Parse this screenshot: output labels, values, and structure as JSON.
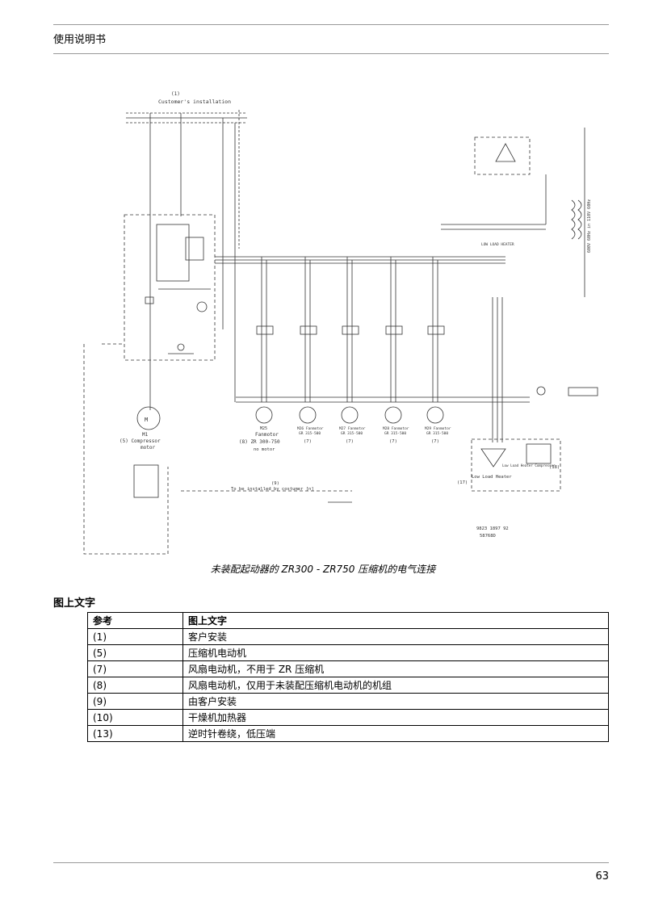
{
  "header": {
    "title": "使用说明书"
  },
  "figure": {
    "labels": {
      "customers_installation_num": "(1)",
      "customers_installation": "Customer's installation",
      "compressor_motor_ref": "M1",
      "compressor_motor_num": "(5) Compressor",
      "compressor_motor_word": "motor",
      "fanmotor_m25": "M25",
      "fanmotor_word": "Fanmotor",
      "fanmotor_zr_range": "(8) ZR 300-750",
      "fanmotor_no_motor": "no motor",
      "fan_m26": "M26 Fanmotor",
      "fan_m27": "M27 Fanmotor",
      "fan_m28": "M28 Fanmotor",
      "fan_m29": "M29 Fanmotor",
      "fan_type": "GR 315-500",
      "fan_ref": "(7)",
      "to_be_installed_num": "(9)",
      "to_be_installed": "To be installed by costumer [n]",
      "low_load_heater_num": "(17)",
      "low_load_heater": "Low Load Heater",
      "low_load_compressor": "Low Load Heater Compressor",
      "low_load_compressor_num": "(18)",
      "low_load_heater_top": "LOW LOAD HEATER",
      "drawing_number": "9823 1897 92",
      "sheet_number": "58768D",
      "voltage_label": "600V 60Hz in 110V 60Hz"
    }
  },
  "caption": "未装配起动器的 ZR300 - ZR750 压缩机的电气连接",
  "section_title": "图上文字",
  "legend_table": {
    "headers": [
      "参考",
      "图上文字"
    ],
    "rows": [
      [
        "(1)",
        "客户安装"
      ],
      [
        "(5)",
        "压缩机电动机"
      ],
      [
        "(7)",
        "风扇电动机，不用于 ZR 压缩机"
      ],
      [
        "(8)",
        "风扇电动机，仅用于未装配压缩机电动机的机组"
      ],
      [
        "(9)",
        "由客户安装"
      ],
      [
        "(10)",
        "干燥机加热器"
      ],
      [
        "(13)",
        "逆时针卷绕，低压端"
      ]
    ]
  },
  "page_number": "63"
}
